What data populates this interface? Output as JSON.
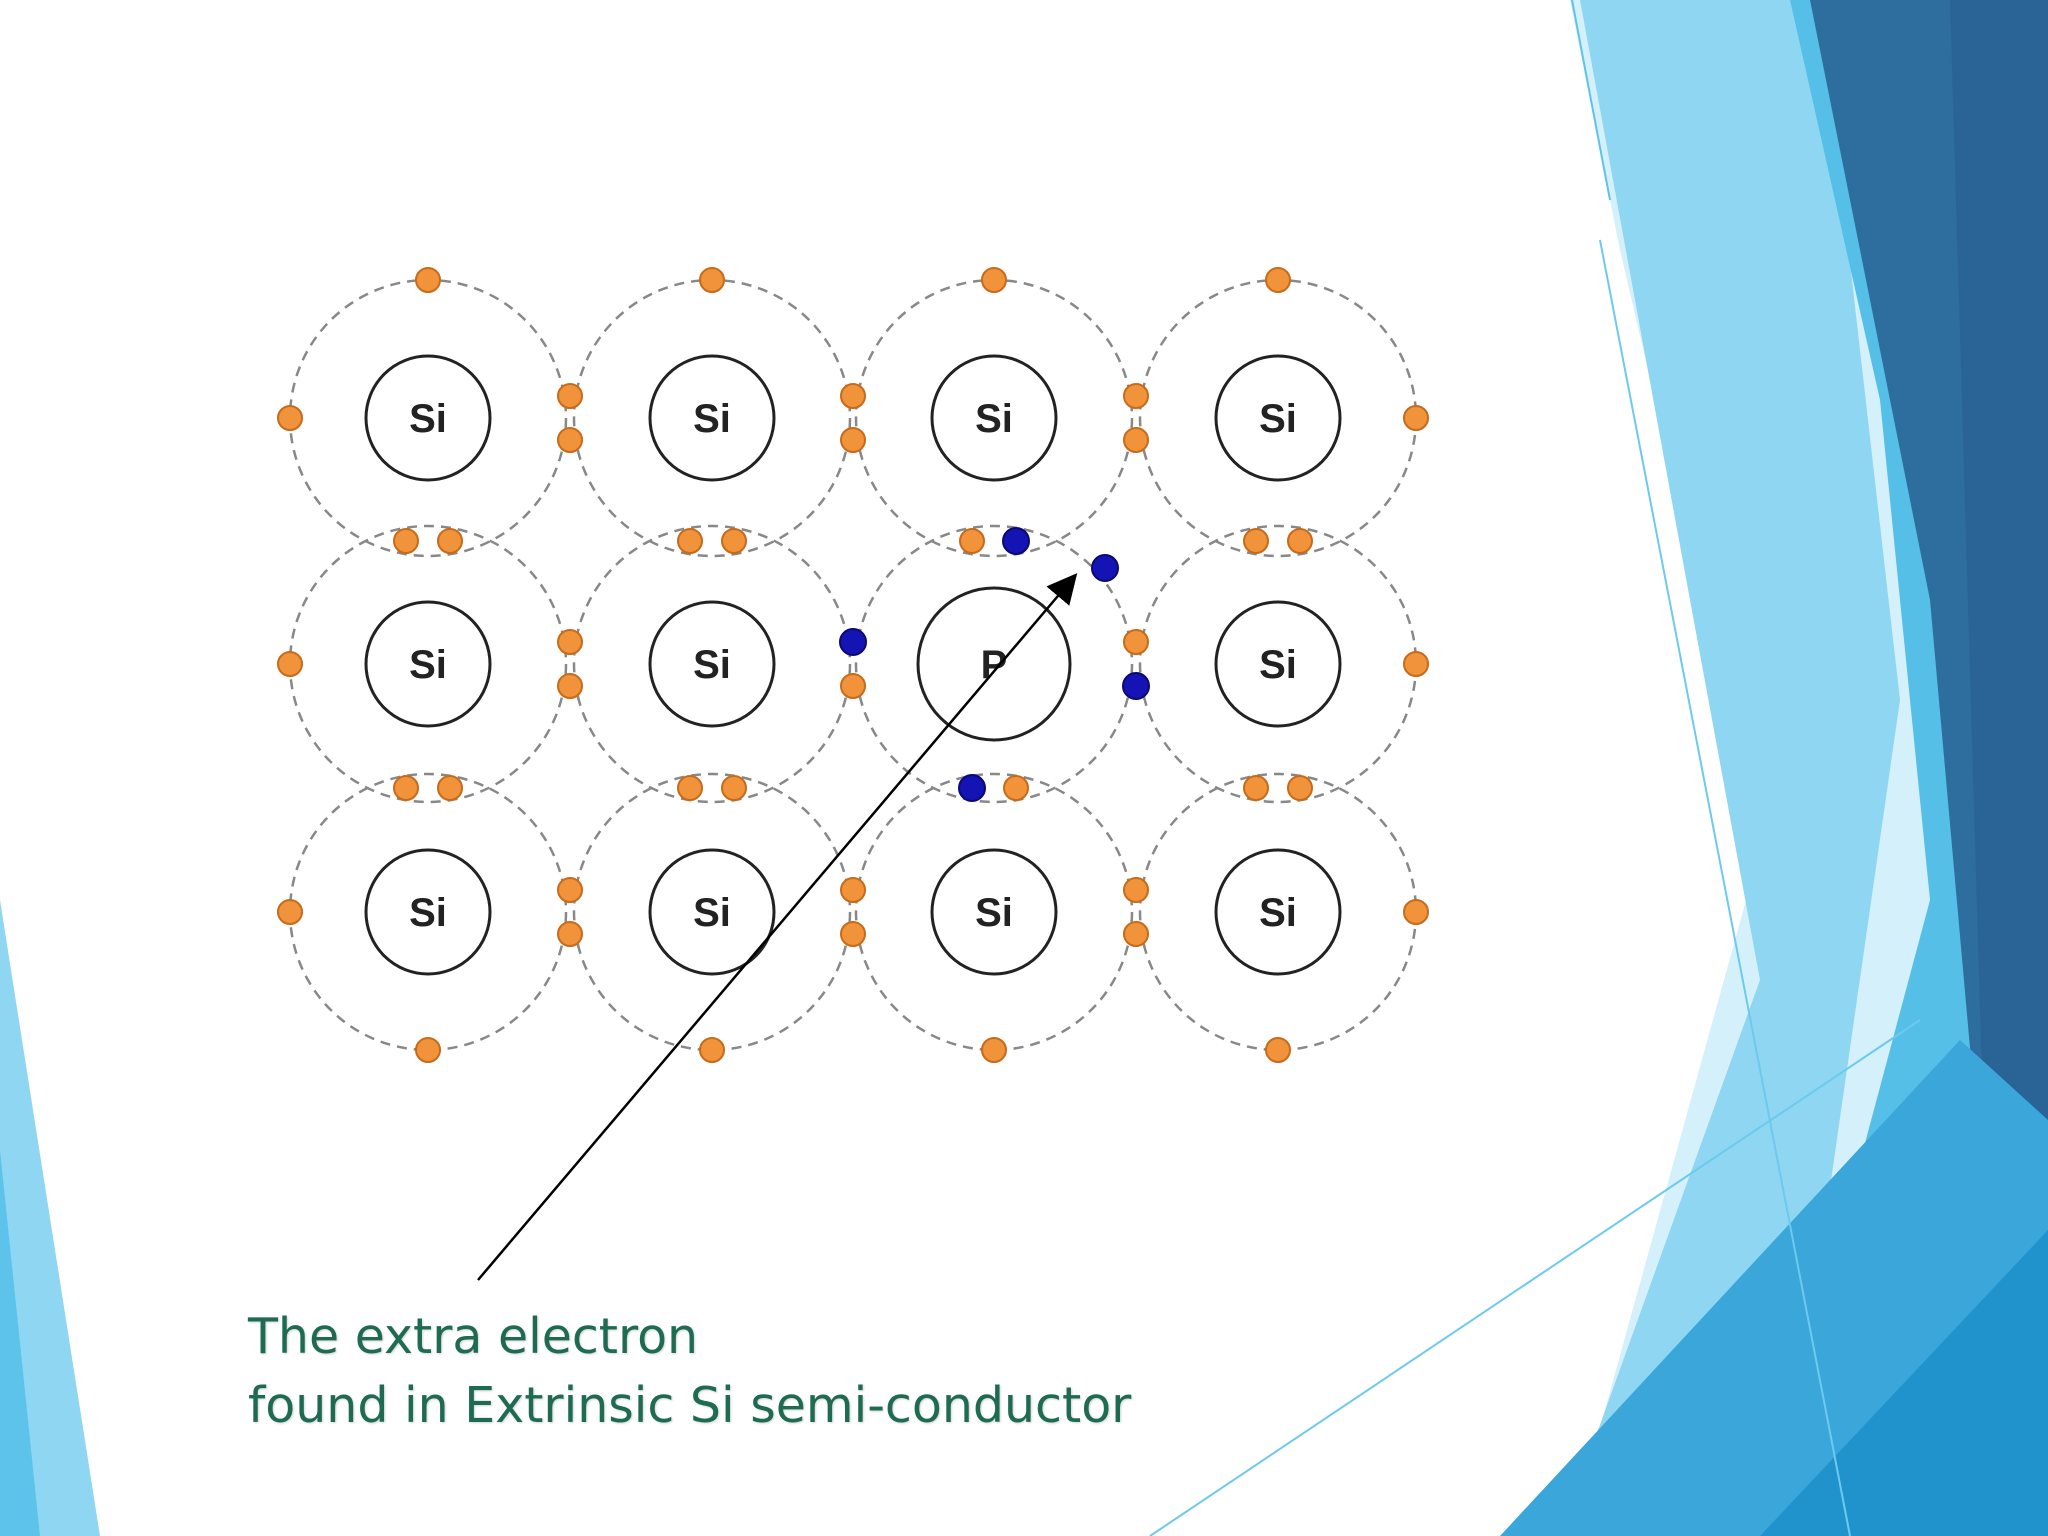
{
  "diagram": {
    "grid_rows": [
      [
        "Si",
        "Si",
        "Si",
        "Si"
      ],
      [
        "Si",
        "Si",
        "P",
        "Si"
      ],
      [
        "Si",
        "Si",
        "Si",
        "Si"
      ]
    ],
    "dopant_atom": "P",
    "electron_colors": {
      "silicon_valence": "#f0933a",
      "phosphorus_valence": "#1414b4"
    }
  },
  "caption": {
    "line1": "The extra electron",
    "line2": "found in Extrinsic Si semi-conductor"
  },
  "theme": {
    "accent_dark": "#2e6e9e",
    "accent_mid": "#3ba3d8",
    "accent_light": "#7dcff0",
    "caption_color": "#1f6b52"
  }
}
